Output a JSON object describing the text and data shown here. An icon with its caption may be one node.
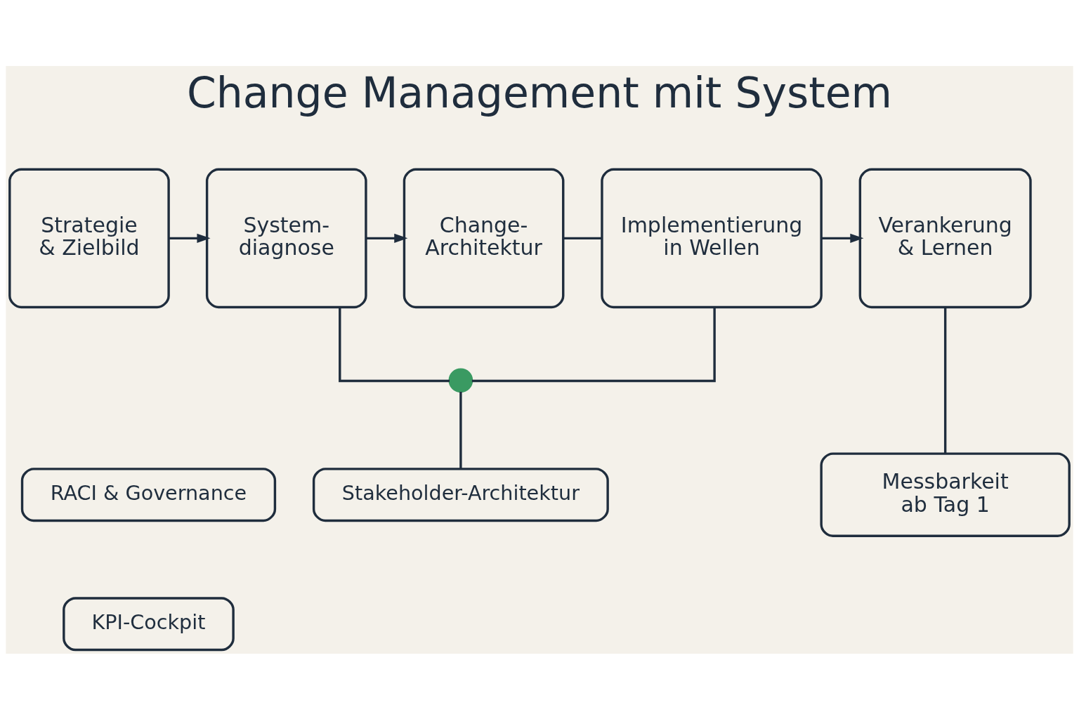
{
  "diagram": {
    "title": "Change Management mit System",
    "nodes": [
      {
        "text": [
          "Strategie & Zielbild"
        ]
      },
      {
        "text": [
          "System-diagnose"
        ]
      },
      {
        "text": [
          "Change-Architektur"
        ]
      },
      {
        "text": [
          "Implementierung in Wellen"
        ]
      },
      {
        "text": [
          "Verankerung & Lernen"
        ]
      },
      {
        "text": [],
        "shape": "circle"
      },
      {
        "text": [
          "RACI & Governance"
        ]
      },
      {
        "text": [
          "Stakeholder-Architektur"
        ]
      },
      {
        "text": [
          "Messbarkeit ab Tag 1"
        ]
      },
      {
        "text": [
          "KPI-Cockpit"
        ]
      }
    ],
    "edges": [
      {
        "from": 0,
        "to": 1,
        "arrow": "to"
      },
      {
        "from": 1,
        "to": 2,
        "arrow": "to"
      },
      {
        "from": 2,
        "to": 3,
        "arrow": "none"
      },
      {
        "from": 3,
        "to": 4,
        "arrow": "to"
      },
      {
        "from": 1,
        "to": 5,
        "arrow": "none"
      },
      {
        "from": 3,
        "to": 5,
        "arrow": "none"
      },
      {
        "from": 5,
        "to": 7,
        "arrow": "none"
      },
      {
        "from": 4,
        "to": 8,
        "arrow": "none"
      }
    ]
  }
}
